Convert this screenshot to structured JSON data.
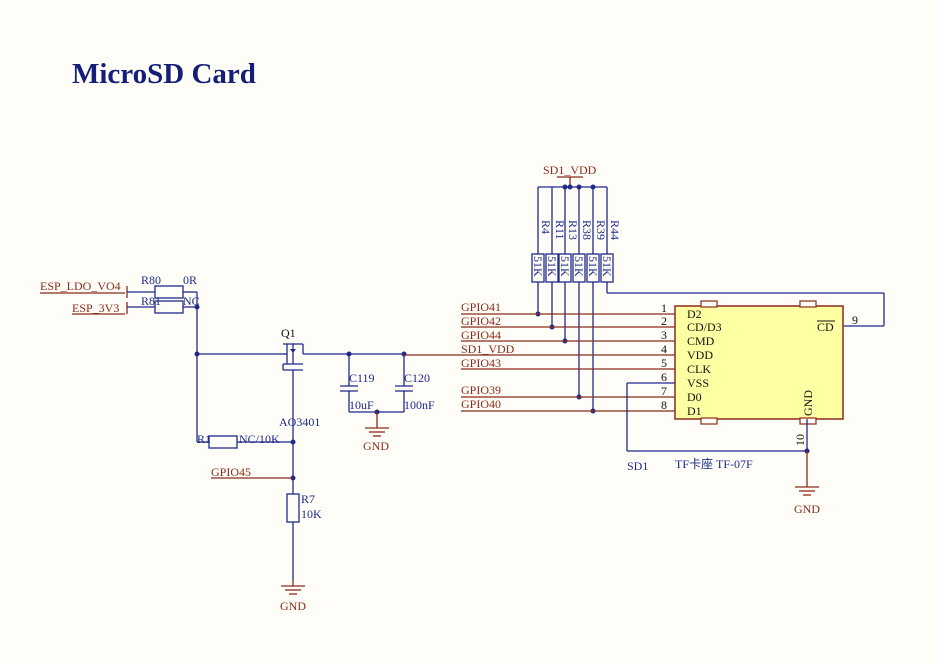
{
  "title": "MicroSD Card",
  "net_labels": {
    "esp_ldo": "ESP_LDO_VO4",
    "esp_3v3": "ESP_3V3",
    "gpio41": "GPIO41",
    "gpio42": "GPIO42",
    "gpio44": "GPIO44",
    "sd1_vdd_net": "SD1_VDD",
    "gpio43": "GPIO43",
    "gpio39": "GPIO39",
    "gpio40": "GPIO40",
    "gpio45": "GPIO45",
    "sd1_vdd_top": "SD1_VDD",
    "gnd_caps": "GND",
    "gnd_r7": "GND",
    "gnd_sd": "GND"
  },
  "components": {
    "r80": {
      "ref": "R80",
      "value": "0R"
    },
    "r81": {
      "ref": "R81",
      "value": "NC"
    },
    "q1": {
      "ref": "Q1",
      "value": "AO3401"
    },
    "r1": {
      "ref": "R1",
      "value": "NC/10K"
    },
    "r7": {
      "ref": "R7",
      "value": "10K"
    },
    "c119": {
      "ref": "C119",
      "value": "10uF"
    },
    "c120": {
      "ref": "C120",
      "value": "100nF"
    },
    "pullups": [
      {
        "ref": "R4",
        "value": "51K"
      },
      {
        "ref": "R11",
        "value": "51K"
      },
      {
        "ref": "R13",
        "value": "51K"
      },
      {
        "ref": "R38",
        "value": "51K"
      },
      {
        "ref": "R39",
        "value": "51K"
      },
      {
        "ref": "R44",
        "value": "51K"
      }
    ],
    "sd1": {
      "ref": "SD1",
      "value": "TF卡座 TF-07F",
      "pins_left": [
        {
          "num": "1",
          "name": "D2"
        },
        {
          "num": "2",
          "name": "CD/D3"
        },
        {
          "num": "3",
          "name": "CMD"
        },
        {
          "num": "4",
          "name": "VDD"
        },
        {
          "num": "5",
          "name": "CLK"
        },
        {
          "num": "6",
          "name": "VSS"
        },
        {
          "num": "7",
          "name": "D0"
        },
        {
          "num": "8",
          "name": "D1"
        }
      ],
      "pin_cd": {
        "num": "9",
        "name": "CD"
      },
      "pin_gnd": {
        "num": "10",
        "name": "GND"
      }
    }
  }
}
